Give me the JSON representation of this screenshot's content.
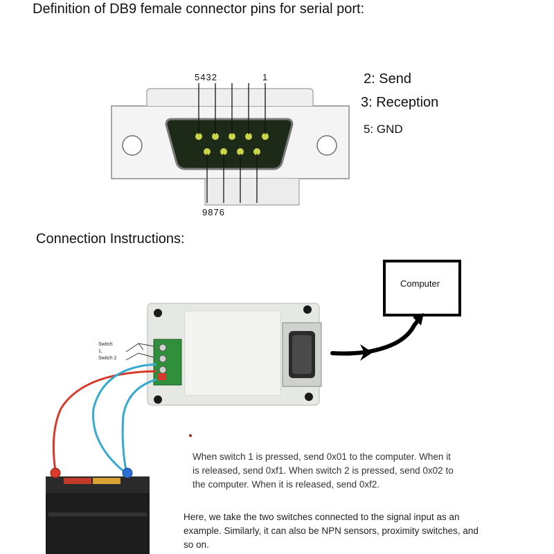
{
  "header": {
    "title": "Definition of DB9 female connector pins for serial port:"
  },
  "connector": {
    "top_pins_label": "5432",
    "pin1_label": "1",
    "bottom_pins_label": "9876"
  },
  "pin_definitions": [
    {
      "text": "2: Send"
    },
    {
      "text": "3: Reception"
    },
    {
      "text": "5: GND"
    }
  ],
  "section": {
    "title": "Connection Instructions:"
  },
  "diagram": {
    "computer_label": "Computer",
    "switch_label_line1": "Switch",
    "switch_label_line2": "1,",
    "switch_label_line3": "Switch 2"
  },
  "notes": {
    "paragraph1_lines": [
      "When switch 1 is pressed, send 0x01 to the computer. When it",
      "is released, send 0xf1. When switch 2 is pressed, send 0x02 to",
      "the computer. When it is released, send 0xf2."
    ],
    "paragraph2_lines": [
      "Here, we take the two switches connected to the signal input as an",
      "example. Similarly, it can also be NPN sensors, proximity switches, and",
      "so on."
    ]
  },
  "colors": {
    "connector_body": "#f2f2f2",
    "connector_insert": "#1d2a17",
    "pin_color": "#c9d64a",
    "wire_red": "#d63a2a",
    "wire_blue": "#35a9cf",
    "terminal_green": "#2f8f3a",
    "module_body": "#e6e8e4",
    "battery_body": "#1c1c1c"
  }
}
